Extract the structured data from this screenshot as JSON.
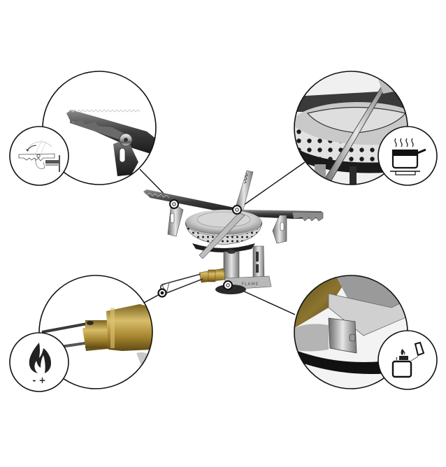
{
  "image": {
    "subject": "Portable folding camping gas stove with feature callouts",
    "background": "#ffffff",
    "line_color": "#111111",
    "brass_color": "#b9973c"
  },
  "stove": {
    "brand_text": "FLAME"
  },
  "callouts": [
    {
      "id": "folding-pot-support",
      "position": "top-left",
      "feature": "Folding serrated pot support arm",
      "icon": "fold-arm-icon"
    },
    {
      "id": "burner-head",
      "position": "top-right",
      "feature": "Perforated burner head with pot support",
      "icon": "cooking-pot-icon"
    },
    {
      "id": "flame-control-valve",
      "position": "bottom-left",
      "feature": "Brass valve with wire control knob",
      "icon": "flame-icon",
      "icon_label": "- +"
    },
    {
      "id": "piezo-ignition",
      "position": "bottom-right",
      "feature": "Piezo ignition button",
      "icon": "lighter-icon"
    }
  ]
}
